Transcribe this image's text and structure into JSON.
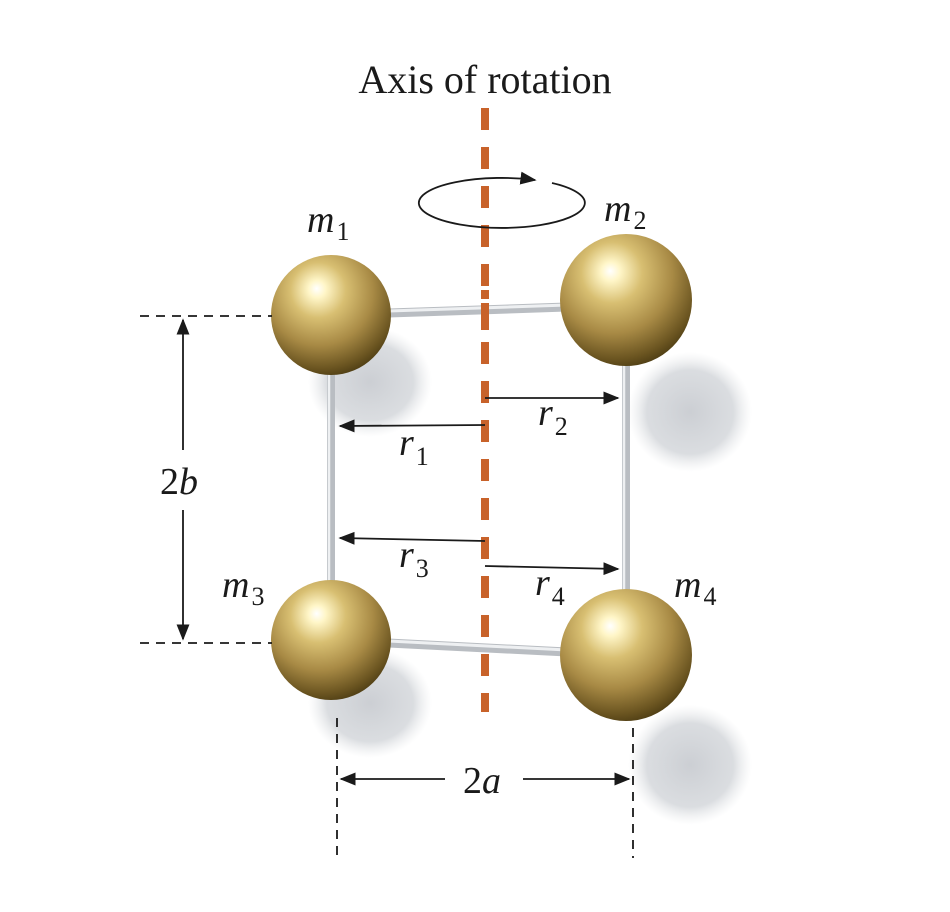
{
  "title": "Axis of rotation",
  "masses": {
    "m1": {
      "base": "m",
      "sub": "1"
    },
    "m2": {
      "base": "m",
      "sub": "2"
    },
    "m3": {
      "base": "m",
      "sub": "3"
    },
    "m4": {
      "base": "m",
      "sub": "4"
    }
  },
  "distances": {
    "r1": {
      "base": "r",
      "sub": "1"
    },
    "r2": {
      "base": "r",
      "sub": "2"
    },
    "r3": {
      "base": "r",
      "sub": "3"
    },
    "r4": {
      "base": "r",
      "sub": "4"
    }
  },
  "dimensions": {
    "height": {
      "num": "2",
      "var": "b"
    },
    "width": {
      "num": "2",
      "var": "a"
    }
  },
  "colors": {
    "axis": "#c8622a",
    "sphere_light": "#fff8d6",
    "sphere_mid": "#b89a55",
    "sphere_dark": "#5a4618",
    "rod": "#c9ccd0",
    "shadow": "#d3d6da",
    "ink": "#1a1a1a"
  }
}
